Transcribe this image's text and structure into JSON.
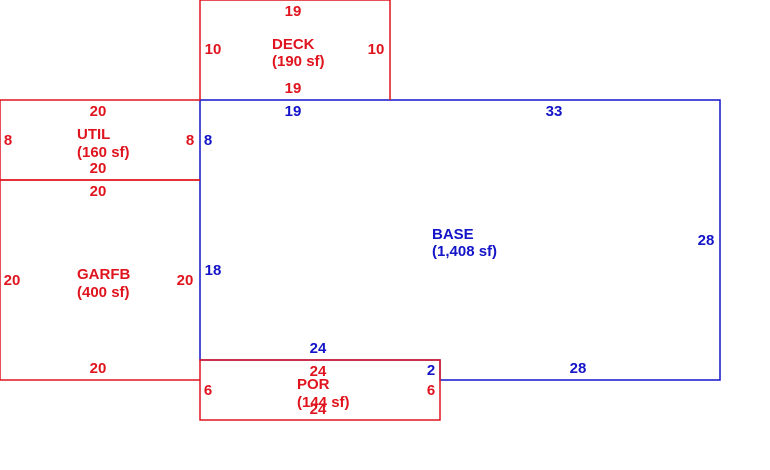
{
  "colors": {
    "red": "#e0141e",
    "blue": "#1414c8"
  },
  "deck": {
    "name": "DECK",
    "area": "(190 sf)",
    "top": "19",
    "bottom": "19",
    "left": "10",
    "right": "10"
  },
  "util": {
    "name": "UTIL",
    "area": "(160 sf)",
    "top": "20",
    "bottom": "20",
    "left": "8",
    "right": "8"
  },
  "garfb": {
    "name": "GARFB",
    "area": "(400 sf)",
    "top": "20",
    "bottom": "20",
    "left": "20",
    "right": "20"
  },
  "base": {
    "name": "BASE",
    "area": "(1,408 sf)",
    "top_left": "19",
    "top_right": "33",
    "right": "28",
    "left_upper": "8",
    "left_lower": "18",
    "bottom_left": "24",
    "bottom_step": "2",
    "bottom_right": "28"
  },
  "por": {
    "name": "POR",
    "area": "(144 sf)",
    "top": "24",
    "bottom": "24",
    "left": "6",
    "right": "6"
  }
}
